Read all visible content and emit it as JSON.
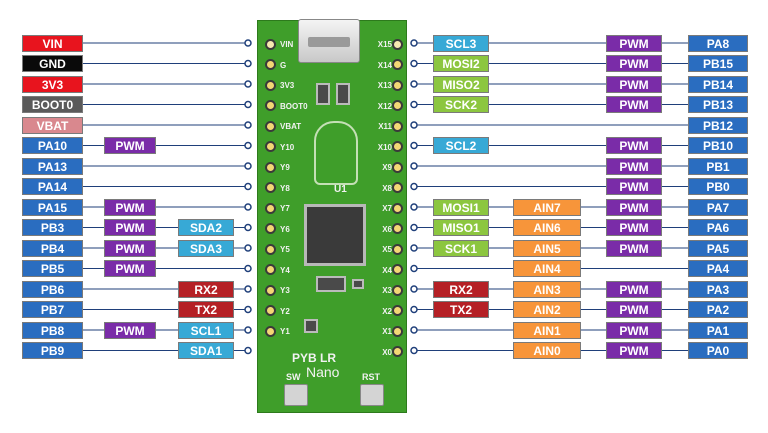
{
  "board": {
    "name": "PYB LR",
    "subtitle": "Nano",
    "chip_label": "U1",
    "silk_left": [
      "VIN",
      "G",
      "3V3",
      "BOOT0",
      "VBAT",
      "Y10",
      "Y9",
      "Y8",
      "Y7",
      "Y6",
      "Y5",
      "Y4",
      "Y3",
      "Y2",
      "Y1"
    ],
    "silk_right": [
      "X15",
      "X14",
      "X13",
      "X12",
      "X11",
      "X10",
      "X9",
      "X8",
      "X7",
      "X6",
      "X5",
      "X4",
      "X3",
      "X2",
      "X1",
      "X0"
    ],
    "sw_label": "SW",
    "rst_label": "RST"
  },
  "colors": {
    "power_red": "#e8141e",
    "ground_black": "#0a0a0a",
    "boot_gray": "#5a5a5a",
    "vbat_pink": "#d9888e",
    "pin_blue": "#2a6dc0",
    "pwm_purple": "#7a2ca8",
    "i2c_cyan": "#37a9d6",
    "spi_green": "#8cc63f",
    "uart_darkred": "#b52025",
    "adc_orange": "#f7953a",
    "pcb_green": "#3f9e2a",
    "line_navy": "#1f3f7a"
  },
  "left_rows": [
    {
      "pin": "VIN",
      "color": "power_red"
    },
    {
      "pin": "GND",
      "color": "ground_black"
    },
    {
      "pin": "3V3",
      "color": "power_red"
    },
    {
      "pin": "BOOT0",
      "color": "boot_gray"
    },
    {
      "pin": "VBAT",
      "color": "vbat_pink"
    },
    {
      "pin": "PA10",
      "color": "pin_blue",
      "pwm": "PWM"
    },
    {
      "pin": "PA13",
      "color": "pin_blue"
    },
    {
      "pin": "PA14",
      "color": "pin_blue"
    },
    {
      "pin": "PA15",
      "color": "pin_blue",
      "pwm": "PWM"
    },
    {
      "pin": "PB3",
      "color": "pin_blue",
      "pwm": "PWM",
      "func": {
        "text": "SDA2",
        "color": "i2c_cyan"
      }
    },
    {
      "pin": "PB4",
      "color": "pin_blue",
      "pwm": "PWM",
      "func": {
        "text": "SDA3",
        "color": "i2c_cyan"
      }
    },
    {
      "pin": "PB5",
      "color": "pin_blue",
      "pwm": "PWM"
    },
    {
      "pin": "PB6",
      "color": "pin_blue",
      "func": {
        "text": "RX2",
        "color": "uart_darkred"
      }
    },
    {
      "pin": "PB7",
      "color": "pin_blue",
      "func": {
        "text": "TX2",
        "color": "uart_darkred"
      }
    },
    {
      "pin": "PB8",
      "color": "pin_blue",
      "pwm": "PWM",
      "func": {
        "text": "SCL1",
        "color": "i2c_cyan"
      }
    },
    {
      "pin": "PB9",
      "color": "pin_blue",
      "func": {
        "text": "SDA1",
        "color": "i2c_cyan"
      }
    }
  ],
  "right_rows": [
    {
      "pin": "PA8",
      "pwm": "PWM",
      "func": {
        "text": "SCL3",
        "color": "i2c_cyan"
      }
    },
    {
      "pin": "PB15",
      "pwm": "PWM",
      "func": {
        "text": "MOSI2",
        "color": "spi_green"
      }
    },
    {
      "pin": "PB14",
      "pwm": "PWM",
      "func": {
        "text": "MISO2",
        "color": "spi_green"
      }
    },
    {
      "pin": "PB13",
      "pwm": "PWM",
      "func": {
        "text": "SCK2",
        "color": "spi_green"
      }
    },
    {
      "pin": "PB12"
    },
    {
      "pin": "PB10",
      "pwm": "PWM",
      "func": {
        "text": "SCL2",
        "color": "i2c_cyan"
      }
    },
    {
      "pin": "PB1",
      "pwm": "PWM"
    },
    {
      "pin": "PB0",
      "pwm": "PWM"
    },
    {
      "pin": "PA7",
      "pwm": "PWM",
      "ain": "AIN7",
      "func": {
        "text": "MOSI1",
        "color": "spi_green"
      }
    },
    {
      "pin": "PA6",
      "pwm": "PWM",
      "ain": "AIN6",
      "func": {
        "text": "MISO1",
        "color": "spi_green"
      }
    },
    {
      "pin": "PA5",
      "pwm": "PWM",
      "ain": "AIN5",
      "func": {
        "text": "SCK1",
        "color": "spi_green"
      }
    },
    {
      "pin": "PA4",
      "ain": "AIN4"
    },
    {
      "pin": "PA3",
      "pwm": "PWM",
      "ain": "AIN3",
      "func": {
        "text": "RX2",
        "color": "uart_darkred"
      }
    },
    {
      "pin": "PA2",
      "pwm": "PWM",
      "ain": "AIN2",
      "func": {
        "text": "TX2",
        "color": "uart_darkred"
      }
    },
    {
      "pin": "PA1",
      "pwm": "PWM",
      "ain": "AIN1"
    },
    {
      "pin": "PA0",
      "pwm": "PWM",
      "ain": "AIN0"
    }
  ]
}
